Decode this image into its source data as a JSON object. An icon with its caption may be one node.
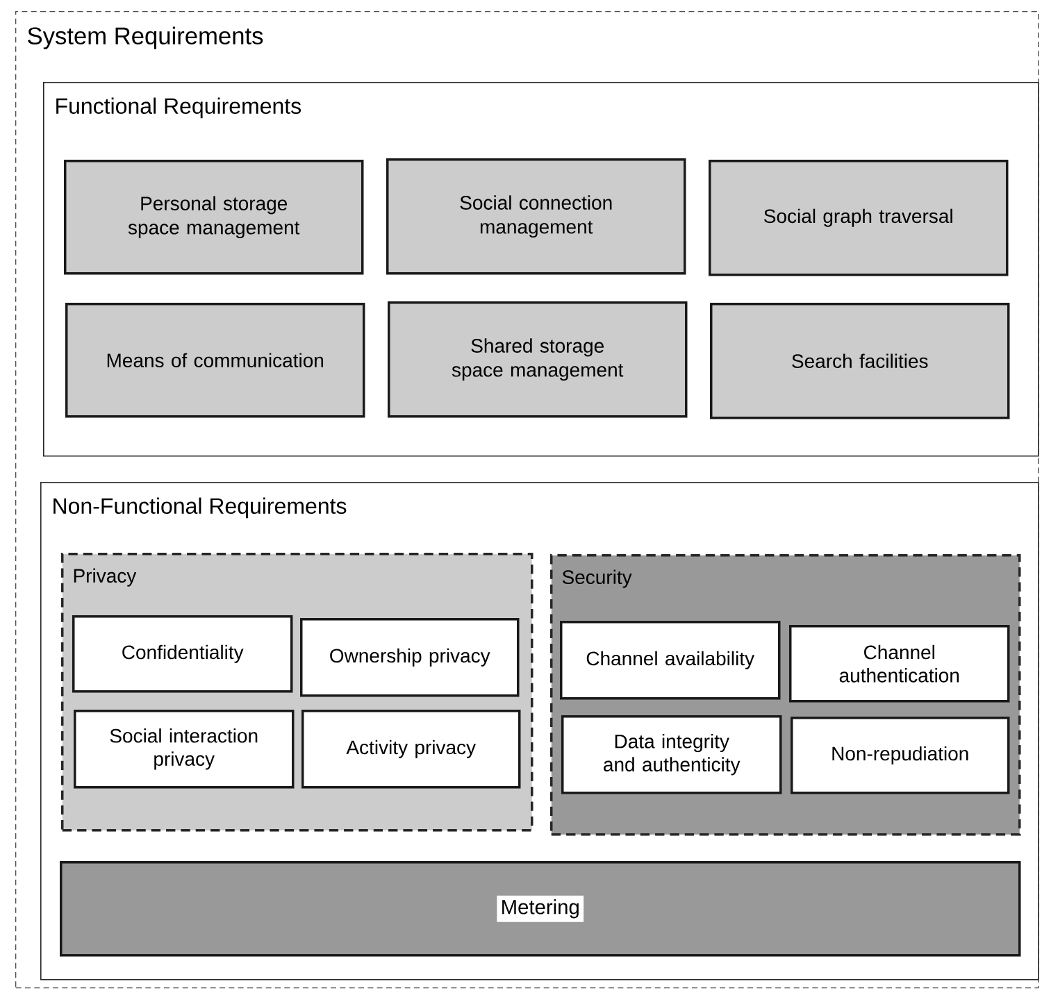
{
  "diagram": {
    "nodes": [
      {
        "text": [
          "System Requirements"
        ]
      },
      {
        "text": [
          "Functional Requirements"
        ],
        "in": 0
      },
      {
        "text": [
          "Personal storage space management"
        ],
        "in": 1
      },
      {
        "text": [
          "Social connection management"
        ],
        "in": 1
      },
      {
        "text": [
          "Social graph traversal"
        ],
        "in": 1
      },
      {
        "text": [
          "Means of communication"
        ],
        "in": 1
      },
      {
        "text": [
          "Shared storage space management"
        ],
        "in": 1
      },
      {
        "text": [
          "Search facilities"
        ],
        "in": 1
      },
      {
        "text": [
          "Non-Functional Requirements"
        ],
        "in": 0
      },
      {
        "text": [
          "Privacy"
        ],
        "in": 8
      },
      {
        "text": [
          "Confidentiality"
        ],
        "in": 9
      },
      {
        "text": [
          "Ownership privacy"
        ],
        "in": 9
      },
      {
        "text": [
          "Social interaction privacy"
        ],
        "in": 9
      },
      {
        "text": [
          "Activity privacy"
        ],
        "in": 9
      },
      {
        "text": [
          "Security"
        ],
        "in": 8
      },
      {
        "text": [
          "Channel availability"
        ],
        "in": 14
      },
      {
        "text": [
          "Channel authentication"
        ],
        "in": 14
      },
      {
        "text": [
          "Data integrity and authenticity"
        ],
        "in": 14
      },
      {
        "text": [
          "Non-repudiation"
        ],
        "in": 14
      },
      {
        "text": [
          "Metering"
        ],
        "in": 8
      }
    ],
    "edges": []
  }
}
